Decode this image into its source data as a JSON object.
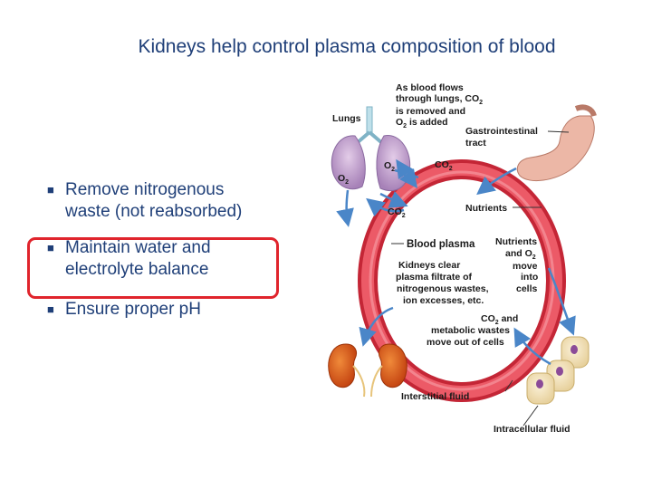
{
  "title": "Kidneys help control plasma composition of blood",
  "bullets": [
    {
      "line1": "Remove nitrogenous",
      "line2": "waste (not reabsorbed)"
    },
    {
      "line1": "Maintain water and",
      "line2": "electrolyte balance"
    },
    {
      "line1": "Ensure proper pH",
      "line2": ""
    }
  ],
  "highlighted_bullet": 1,
  "diagram": {
    "lungs_label": "Lungs",
    "lungs_note": [
      "As blood flows",
      "through lungs, CO",
      "is removed and",
      "O",
      " is added"
    ],
    "gi_label": [
      "Gastrointestinal",
      "tract"
    ],
    "co2": "CO",
    "o2": "O",
    "sub2": "2",
    "nutrients": "Nutrients",
    "blood_plasma": "Blood plasma",
    "nutrients_move": [
      "Nutrients",
      "and O",
      "move",
      "into",
      "cells"
    ],
    "kidneys_note": [
      "Kidneys clear",
      "plasma filtrate of",
      "nitrogenous wastes,",
      "ion excesses, etc."
    ],
    "wastes_out": [
      "CO",
      " and",
      "metabolic wastes",
      "move out of cells"
    ],
    "interstitial": "Interstitial fluid",
    "intracellular": "Intracellular fluid"
  },
  "colors": {
    "title": "#1f3f78",
    "highlight": "#e0242c",
    "ring": "#e23b4b",
    "arrows": "#4a86c8"
  }
}
